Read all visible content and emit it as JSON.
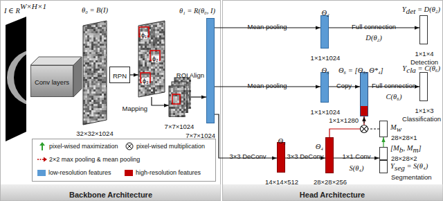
{
  "diagram": {
    "nodes": [
      {
        "text": [
          "Conv layers"
        ]
      },
      {
        "text": [
          "θ₀ = B(I)",
          "32×32×1024"
        ]
      },
      {
        "text": [
          "RPN"
        ]
      },
      {
        "text": [
          "ϕ₁",
          "ϕ₂",
          "ϕ₃"
        ]
      },
      {
        "text": [
          "7×7×1024"
        ]
      },
      {
        "text": [
          "θ₁ = R(θ₀, I)",
          "7×7×1024"
        ]
      },
      {
        "text": [
          "Θ₂",
          "1×1×1024"
        ]
      },
      {
        "text": [
          "1×1×4",
          "Detection"
        ]
      },
      {
        "text": [
          "Θ₅",
          "1×1×1024"
        ]
      },
      {
        "text": [
          "Θ₆ = [Θ₅, Θ*₄]",
          "1×1×1280"
        ]
      },
      {
        "text": [
          "1×1×3",
          "Classification"
        ]
      },
      {
        "text": [
          "28×28×1"
        ]
      },
      {
        "text": [
          "Θ₃",
          "14×14×512"
        ]
      },
      {
        "text": [
          "Θ₄",
          "28×28×256"
        ]
      },
      {
        "text": [
          "28×28×2",
          "Segmentation"
        ]
      }
    ],
    "edges": [
      {
        "from": 2,
        "to": 3,
        "arrow": "to"
      },
      {
        "from": 3,
        "to": 4,
        "label": "Mapping",
        "arrow": "to"
      },
      {
        "from": 4,
        "to": 5,
        "label": "ROI Align",
        "arrow": "to"
      },
      {
        "from": 5,
        "to": 6,
        "label": "Mean pooling",
        "arrow": "to"
      },
      {
        "from": 6,
        "to": 7,
        "label": "Full connection",
        "arrow": "to"
      },
      {
        "from": 5,
        "to": 8,
        "label": "Mean pooling",
        "arrow": "to"
      },
      {
        "from": 8,
        "to": 9,
        "label": "Copy",
        "arrow": "to"
      },
      {
        "from": 9,
        "to": 10,
        "label": "Full connection",
        "arrow": "to"
      },
      {
        "from": 5,
        "to": 12,
        "label": "3×3 DeConv",
        "arrow": "to"
      },
      {
        "from": 12,
        "to": 13,
        "label": "3×3 DeConv",
        "arrow": "to"
      },
      {
        "from": 13,
        "to": 14,
        "label": "1×1 Conv",
        "arrow": "to"
      },
      {
        "from": 14,
        "to": 11,
        "arrow": "to"
      },
      {
        "from": 13,
        "to": 9,
        "arrow": "to"
      },
      {
        "from": 11,
        "to": 9,
        "arrow": "to"
      }
    ],
    "labels": [
      "I ∈ R",
      "W×H×1",
      "Y",
      "det",
      "= D(θ₂)",
      "D(θ₂)",
      "Y",
      "cla",
      "= C(θ₆)",
      "C(θ₆)",
      "M",
      "w",
      "[M",
      "b",
      ", M",
      "m",
      "]",
      "Y",
      "seg",
      "= S(θ₄)",
      "S(θ₄)",
      "Backbone Architecture",
      "Head Architecture"
    ],
    "legend": [
      {
        "text": "pixel-wised maximization"
      },
      {
        "text": "pixel-wised multiplication"
      },
      {
        "text": "2×2 max pooling & mean pooling"
      },
      {
        "text": "low-resolution features",
        "color": "#5b9bd5"
      },
      {
        "text": "high-resolution features",
        "color": "#c00000"
      }
    ]
  }
}
